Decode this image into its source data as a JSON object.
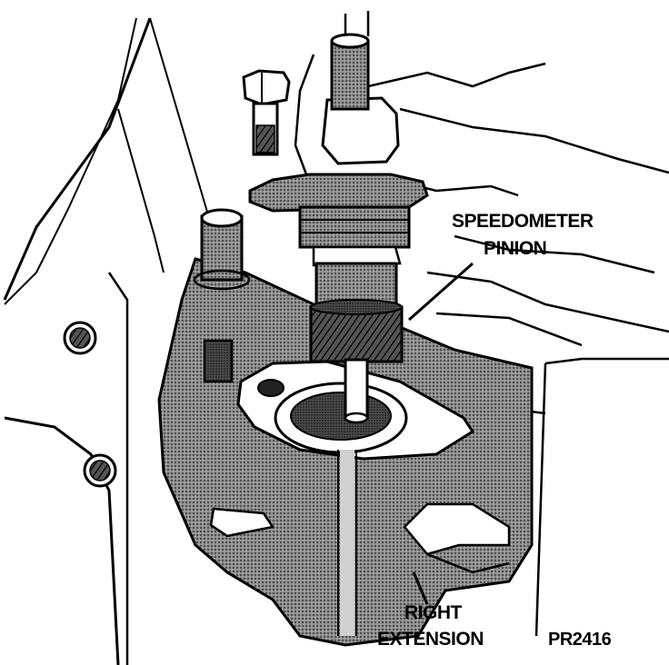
{
  "labels": {
    "speedometer_line1": "SPEEDOMETER",
    "speedometer_line2": "PINION",
    "extension_line1": "RIGHT",
    "extension_line2": "EXTENSION",
    "figure_code": "PR2416"
  },
  "colors": {
    "ink": "#000000",
    "paper": "#ffffff",
    "shade": "#7a7a7a",
    "dark_shade": "#3a3a3a"
  }
}
